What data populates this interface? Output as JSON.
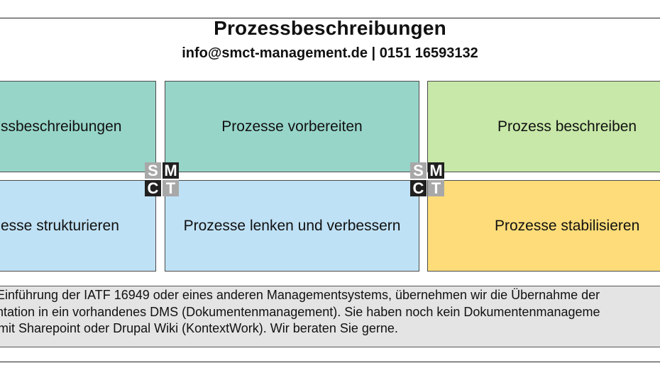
{
  "header": {
    "title": "Prozessbeschreibungen",
    "contact": "info@smct-management.de | 0151 16593132"
  },
  "boxes": [
    {
      "label": "ssbeschreibungen",
      "color": "#97d5c9"
    },
    {
      "label": "Prozesse vorbereiten",
      "color": "#97d5c9"
    },
    {
      "label": "Prozess beschreiben",
      "color": "#c7e8a8"
    },
    {
      "label": "esse strukturieren",
      "color": "#bfe1f5"
    },
    {
      "label": "Prozesse lenken und verbessern",
      "color": "#bfe1f5"
    },
    {
      "label": "Prozesse stabilisieren",
      "color": "#fddc79"
    }
  ],
  "logo": {
    "letters": [
      "S",
      "M",
      "C",
      "T"
    ],
    "colors": {
      "S": "#a8a8a8",
      "M": "#202020",
      "C": "#202020",
      "T": "#a8a8a8"
    }
  },
  "description": {
    "lines": [
      "Einführung der IATF 16949 oder eines anderen Managementsystems, übernehmen wir die Übernahme der",
      "ntation in ein vorhandenes DMS (Dokumentenmanagement). Sie haben noch kein Dokumentenmanageme",
      "mit Sharepoint oder Drupal Wiki (KontextWork). Wir beraten Sie gerne."
    ]
  }
}
